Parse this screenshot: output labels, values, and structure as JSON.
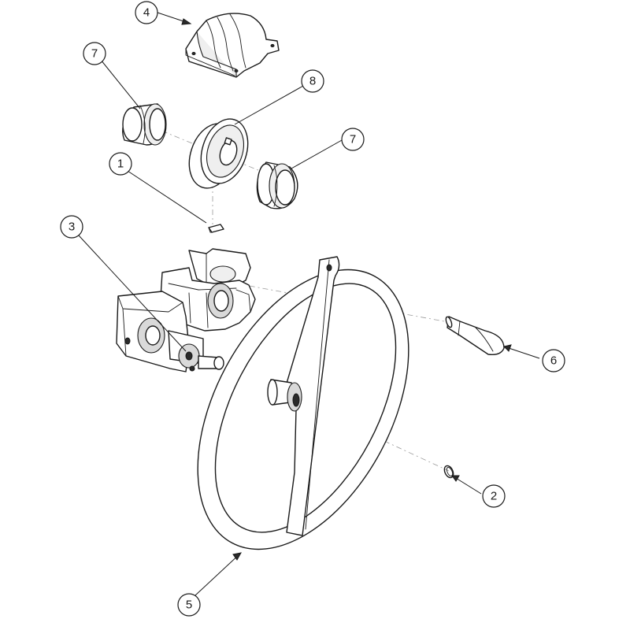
{
  "callouts": [
    {
      "id": "c1",
      "label": "1"
    },
    {
      "id": "c2",
      "label": "2"
    },
    {
      "id": "c3",
      "label": "3"
    },
    {
      "id": "c4",
      "label": "4"
    },
    {
      "id": "c5",
      "label": "5"
    },
    {
      "id": "c6",
      "label": "6"
    },
    {
      "id": "c7a",
      "label": "7"
    },
    {
      "id": "c7b",
      "label": "7"
    },
    {
      "id": "c8",
      "label": "8"
    }
  ],
  "colors": {
    "line": "#1a1a1a",
    "background": "#ffffff",
    "axis": "#9a9a9a"
  }
}
